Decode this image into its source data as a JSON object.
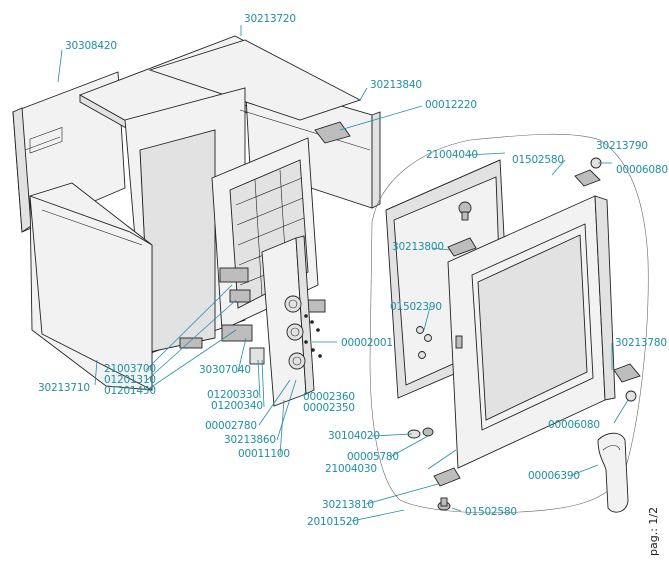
{
  "page_label": "pag.: 1/2",
  "part_numbers": {
    "top_panel": "30213720",
    "rear_panel": "30308420",
    "right_side_panel": "30213840",
    "bracket": "00012220",
    "left_side_panel": "30213710",
    "component_1": "21003700",
    "component_2": "01201310",
    "component_3": "01201450",
    "component_4": "30307040",
    "component_5": "01200330",
    "component_6": "01200340",
    "screws": "00002001",
    "component_7": "00002360",
    "component_8": "00002350",
    "component_9": "00002780",
    "control_panel": "30213860",
    "component_10": "00011100",
    "door_gasket": "21004040",
    "upper_hinge": "30213790",
    "hinge_pin_top": "01502580",
    "hinge_washer_top": "00006080",
    "door_bracket": "30213800",
    "door_parts": "01502390",
    "lower_hinge": "30213780",
    "hinge_washer_bottom": "00006080",
    "door_washer": "30104020",
    "door_spacer": "00005780",
    "door_assembly": "21004030",
    "handle": "00006390",
    "bottom_bracket": "30213810",
    "hinge_pin_bottom": "01502580",
    "door_complete": "20101520"
  }
}
